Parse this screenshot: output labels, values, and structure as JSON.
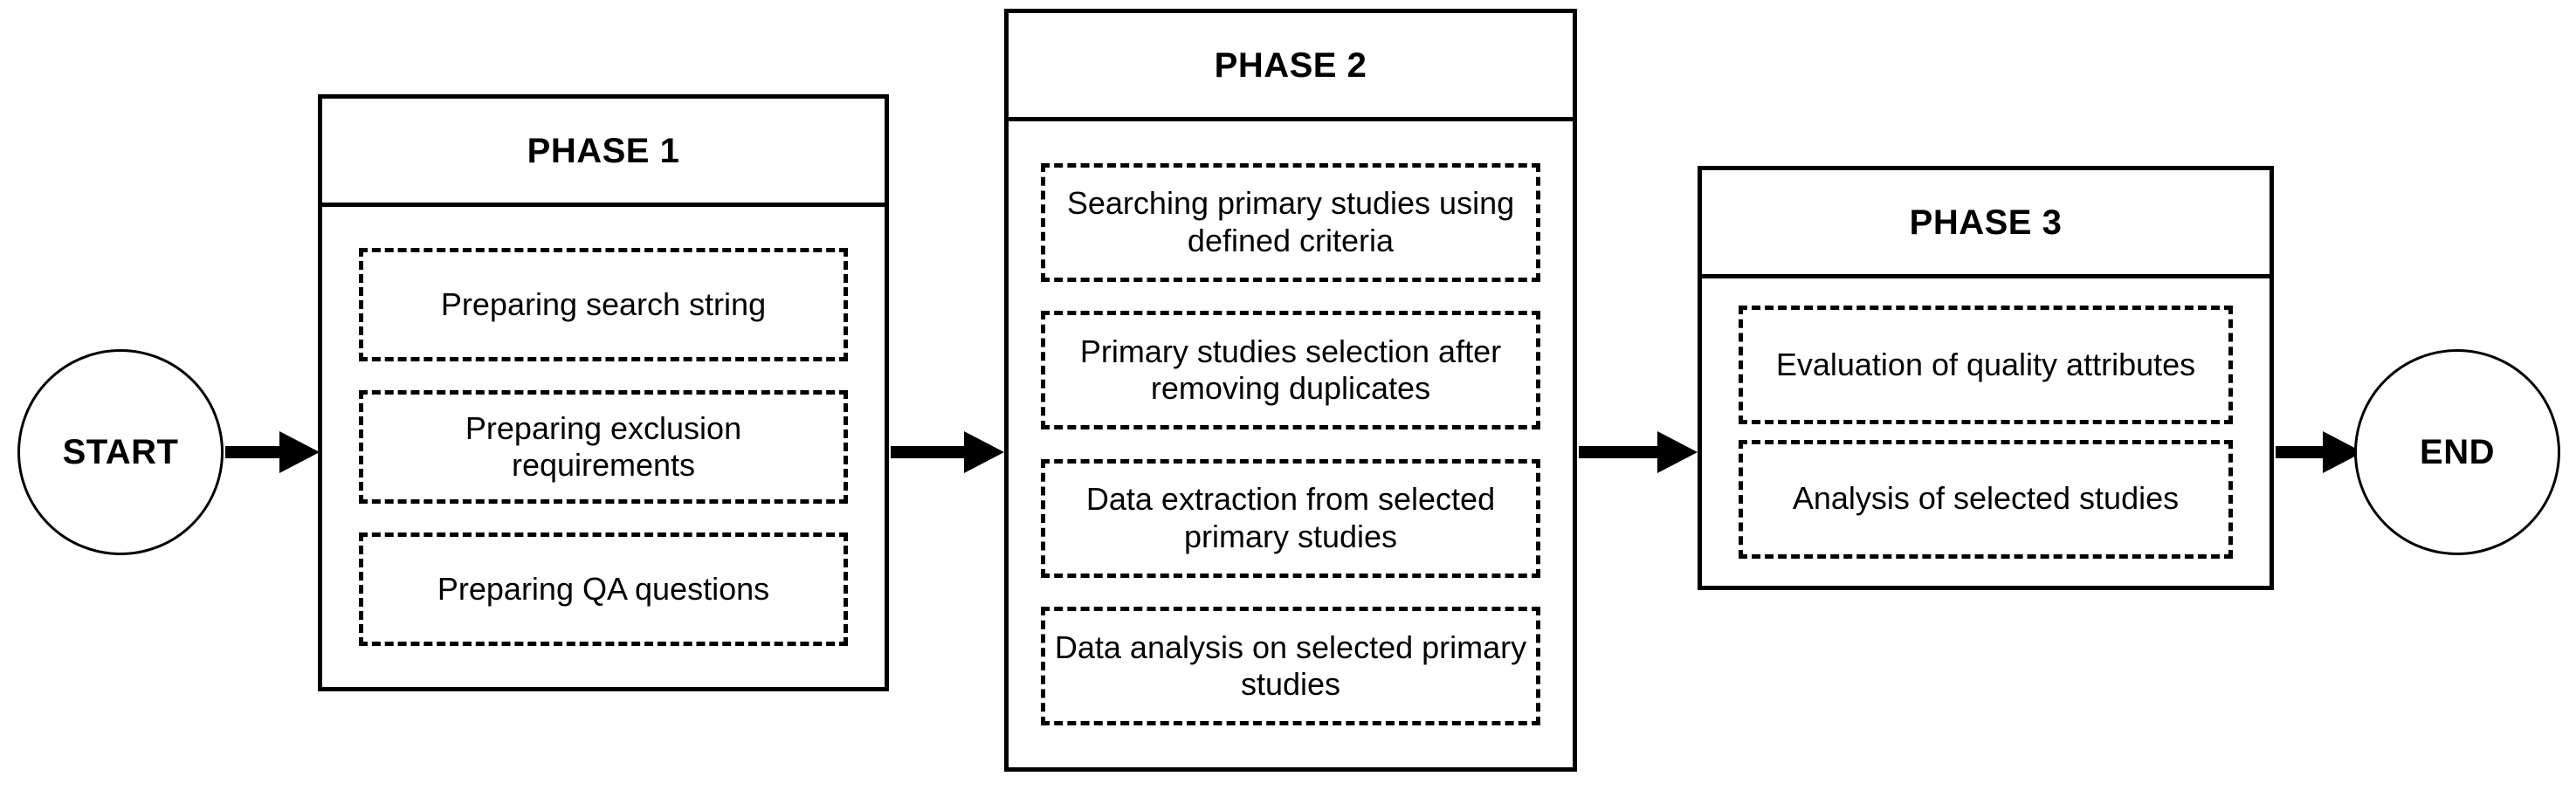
{
  "diagram": {
    "title": "Systematic literature review phases flowchart",
    "type": "flowchart",
    "accent_color": "#000000",
    "background_color": "#ffffff"
  },
  "start_node": {
    "label": "START",
    "shape": "circle"
  },
  "end_node": {
    "label": "END",
    "shape": "circle"
  },
  "phases": [
    {
      "title": "PHASE 1",
      "steps": [
        "Preparing search string",
        "Preparing exclusion requirements",
        "Preparing QA questions"
      ]
    },
    {
      "title": "PHASE 2",
      "steps": [
        "Searching primary studies using defined criteria",
        "Primary studies selection after removing duplicates",
        "Data extraction from selected primary studies",
        "Data analysis on selected primary studies"
      ]
    },
    {
      "title": "PHASE 3",
      "steps": [
        "Evaluation of quality attributes",
        "Analysis of selected studies"
      ]
    }
  ],
  "connectors": [
    {
      "name": "start-to-phase1"
    },
    {
      "name": "phase1-to-phase2"
    },
    {
      "name": "phase2-to-phase3"
    },
    {
      "name": "phase3-to-end"
    }
  ]
}
